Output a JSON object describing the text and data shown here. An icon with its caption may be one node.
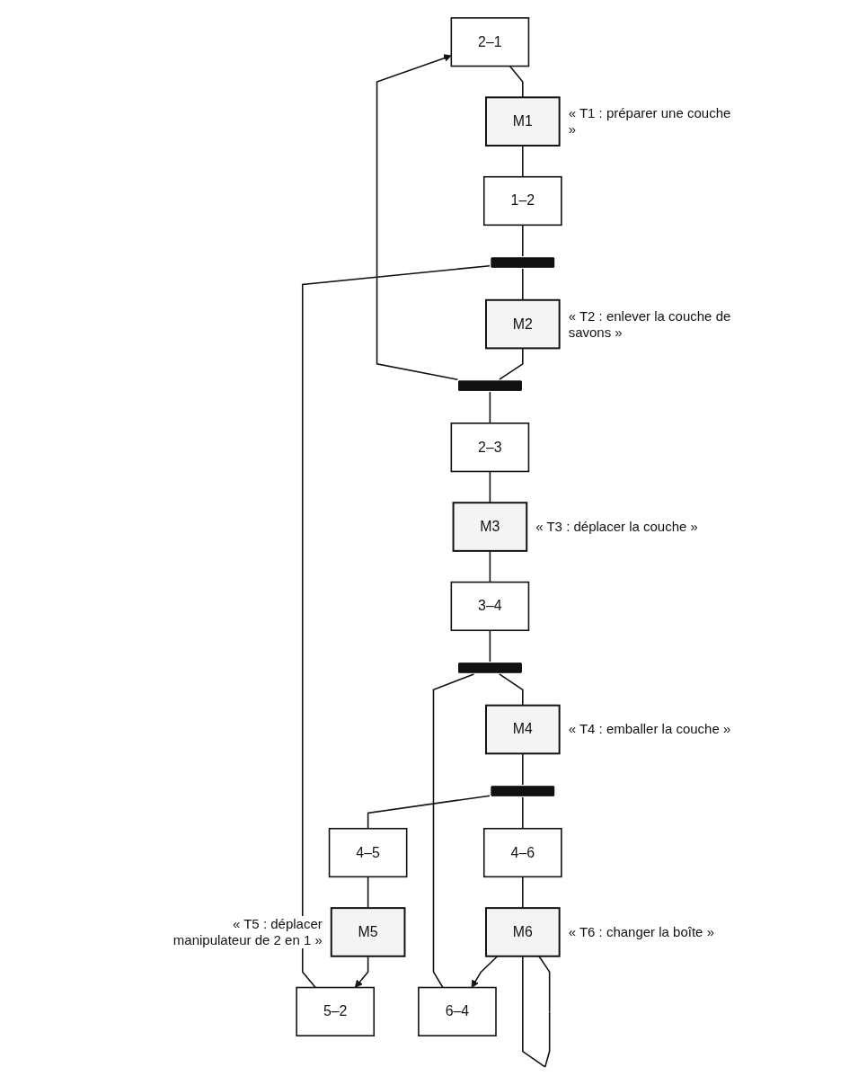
{
  "diagram": {
    "nodes": [
      {
        "text": [
          "2–1"
        ]
      },
      {
        "text": [
          "M1"
        ],
        "beside": [
          "« T1 : préparer une couche »"
        ]
      },
      {
        "text": [
          "1–2"
        ]
      },
      {
        "text": [
          "5–2"
        ]
      },
      {
        "text": [],
        "shape": "bar"
      },
      {
        "text": [
          "M2"
        ],
        "beside": [
          "« T2 : enlever la couche de savons »"
        ]
      },
      {
        "text": [],
        "shape": "bar"
      },
      {
        "text": [
          "2–3"
        ]
      },
      {
        "text": [
          "M3"
        ],
        "beside": [
          "« T3 : déplacer la couche »"
        ]
      },
      {
        "text": [
          "3–4"
        ]
      },
      {
        "text": [
          "6–4"
        ]
      },
      {
        "text": [],
        "shape": "bar"
      },
      {
        "text": [
          "M4"
        ],
        "beside": [
          "« T4 : emballer la couche »"
        ]
      },
      {
        "text": [],
        "shape": "bar"
      },
      {
        "text": [
          "4–5"
        ]
      },
      {
        "text": [
          "4–6"
        ]
      },
      {
        "text": [
          "M5"
        ],
        "beside": [
          "« T5 : déplacer manipulateur de 2 en 1 »"
        ]
      },
      {
        "text": [
          "M6"
        ],
        "beside": [
          "« T6 : changer la boîte »"
        ]
      }
    ],
    "edges": [
      {
        "from": 0,
        "to": 1,
        "arrow": "none"
      },
      {
        "from": 1,
        "to": 2,
        "arrow": "none"
      },
      {
        "from": 2,
        "to": 4,
        "arrow": "none"
      },
      {
        "from": 3,
        "to": 4,
        "arrow": "none"
      },
      {
        "from": 4,
        "to": 5,
        "arrow": "none"
      },
      {
        "from": 5,
        "to": 6,
        "arrow": "none"
      },
      {
        "from": 6,
        "to": 0,
        "arrow": "to"
      },
      {
        "from": 6,
        "to": 7,
        "arrow": "none"
      },
      {
        "from": 7,
        "to": 8,
        "arrow": "none"
      },
      {
        "from": 8,
        "to": 9,
        "arrow": "none"
      },
      {
        "from": 9,
        "to": 11,
        "arrow": "none"
      },
      {
        "from": 10,
        "to": 11,
        "arrow": "none"
      },
      {
        "from": 11,
        "to": 12,
        "arrow": "none"
      },
      {
        "from": 12,
        "to": 13,
        "arrow": "none"
      },
      {
        "from": 13,
        "to": 14,
        "arrow": "none"
      },
      {
        "from": 13,
        "to": 15,
        "arrow": "none"
      },
      {
        "from": 14,
        "to": 16,
        "arrow": "none"
      },
      {
        "from": 15,
        "to": 17,
        "arrow": "none"
      },
      {
        "from": 16,
        "to": 3,
        "arrow": "to"
      },
      {
        "from": 17,
        "to": 17,
        "arrow": "none"
      },
      {
        "from": 17,
        "to": 10,
        "arrow": "to"
      }
    ]
  }
}
